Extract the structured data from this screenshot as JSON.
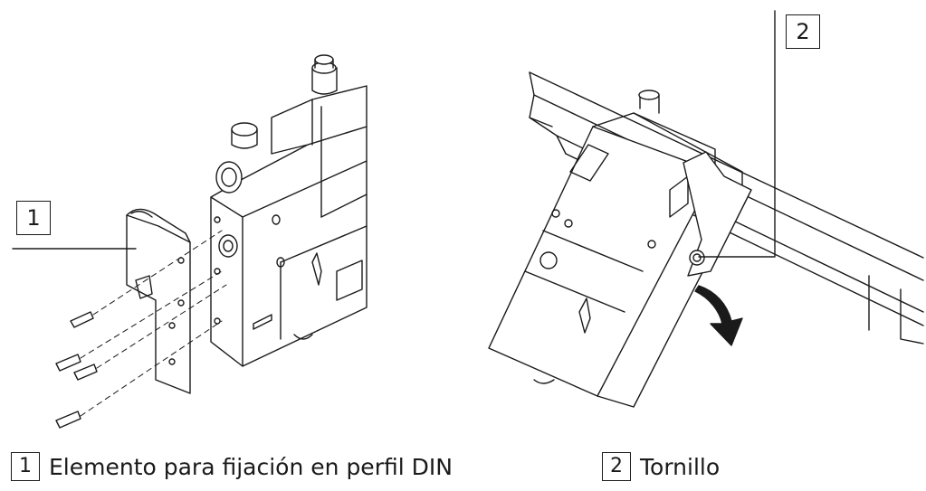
{
  "callouts": [
    {
      "number": "1"
    },
    {
      "number": "2"
    }
  ],
  "legend": [
    {
      "number": "1",
      "text": "Elemento para fijación en perfil DIN"
    },
    {
      "number": "2",
      "text": "Tornillo"
    }
  ],
  "colors": {
    "line": "#1a1a1a",
    "fill": "#ffffff"
  },
  "icons": [
    "din-rail",
    "valve-unit",
    "mounting-bracket",
    "screw",
    "rotation-arrow"
  ]
}
